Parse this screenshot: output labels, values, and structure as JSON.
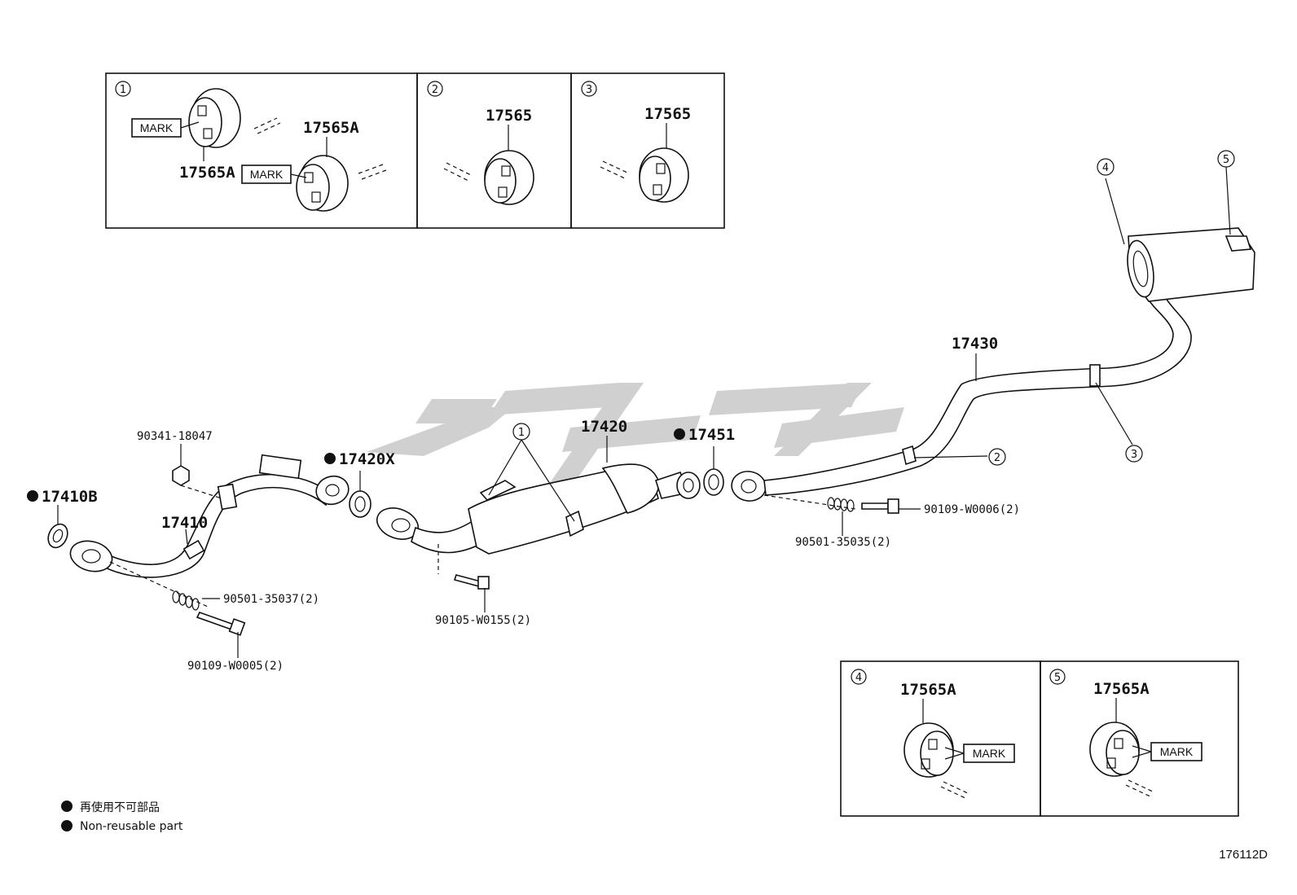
{
  "inset_1": {
    "number": "1",
    "parts": [
      "17565A",
      "17565A"
    ],
    "mark": "MARK"
  },
  "inset_2": {
    "number": "2",
    "part": "17565"
  },
  "inset_3": {
    "number": "3",
    "part": "17565"
  },
  "inset_4": {
    "number": "4",
    "part": "17565A",
    "mark": "MARK"
  },
  "inset_5": {
    "number": "5",
    "part": "17565A",
    "mark": "MARK"
  },
  "callouts": {
    "c1": "1",
    "c2": "2",
    "c3": "3",
    "c4": "4",
    "c5": "5"
  },
  "parts": {
    "p17410B": "17410B",
    "p17410": "17410",
    "p90341": "90341-18047",
    "p17420X": "17420X",
    "p17420": "17420",
    "p17451": "17451",
    "p17430": "17430",
    "p90501_35037": "90501-35037(2)",
    "p90109_W0005": "90109-W0005(2)",
    "p90105_W0155": "90105-W0155(2)",
    "p90109_W0006": "90109-W0006(2)",
    "p90501_35035": "90501-35035(2)"
  },
  "legend": {
    "jp": "再使用不可部品",
    "en": "Non-reusable part"
  },
  "figure_code": "176112D",
  "colors": {
    "line": "#111111",
    "watermark": "#c8c8c8",
    "background": "#ffffff"
  }
}
